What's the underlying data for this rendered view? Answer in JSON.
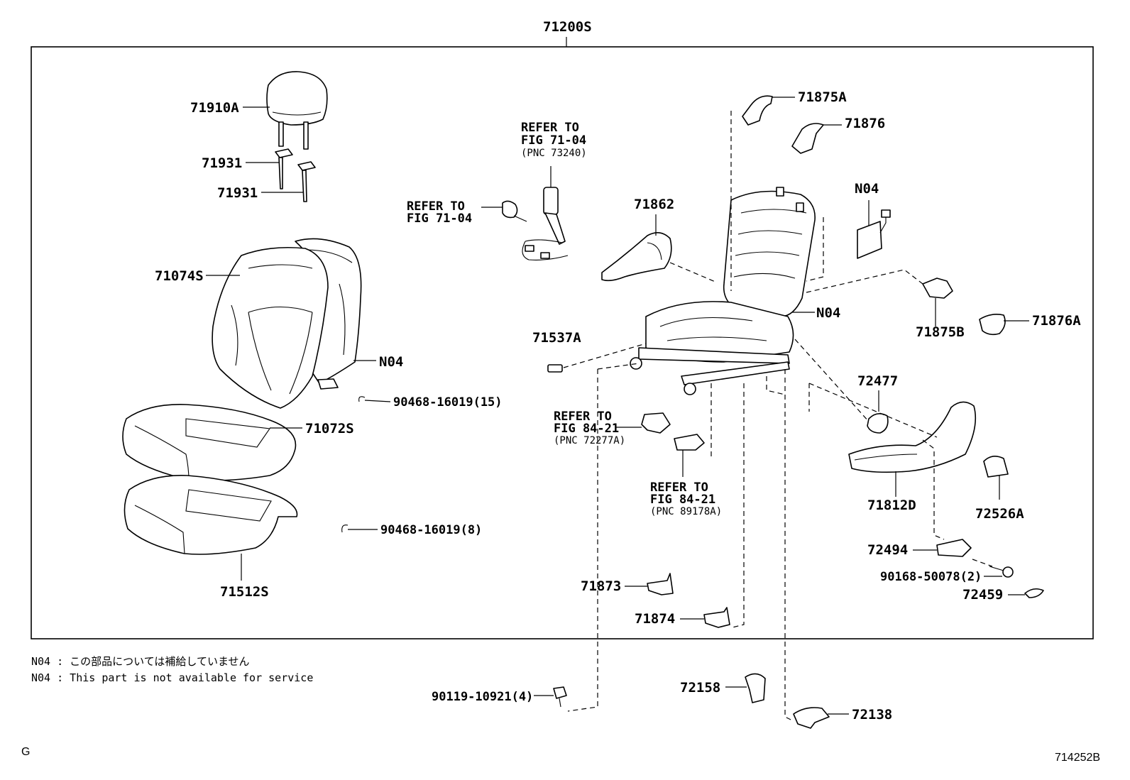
{
  "parts": {
    "assy": "71200S",
    "headrest": "71910A",
    "guide_1": "71931",
    "guide_2": "71931",
    "back_cover": "71074S",
    "back_pad": "N04",
    "clip_15": "90468-16019(15)",
    "cushion_cover": "71072S",
    "clip_8": "90468-16019(8)",
    "cushion_pad": "71512S",
    "bracket_71875a": "71875A",
    "bracket_71876": "71876",
    "sensor_n04": "N04",
    "shield_71862": "71862",
    "frame_n04": "N04",
    "cover_71875b": "71875B",
    "cover_71876a": "71876A",
    "cap_71537a": "71537A",
    "knob_72477": "72477",
    "shield_71812d": "71812D",
    "knob_72526a": "72526A",
    "lever_72494": "72494",
    "screw_90168": "90168-50078(2)",
    "cap_72459": "72459",
    "cover_71873": "71873",
    "cover_71874": "71874",
    "cover_72158": "72158",
    "cover_72138": "72138",
    "bolt_90119": "90119-10921(4)"
  },
  "refs": {
    "ref1": {
      "line1": "REFER TO",
      "line2": "FIG 71-04",
      "pnc": "(PNC 73240)"
    },
    "ref2": {
      "line1": "REFER TO",
      "line2": "FIG 71-04"
    },
    "ref3": {
      "line1": "REFER TO",
      "line2": "FIG 84-21",
      "pnc": "(PNC 72277A)"
    },
    "ref4": {
      "line1": "REFER TO",
      "line2": "FIG 84-21",
      "pnc": "(PNC 89178A)"
    }
  },
  "notes": {
    "jp": "N04 : この部品については補給していません",
    "en": "N04 : This part is not available for service"
  },
  "footer": {
    "left": "G",
    "right": "714252B"
  }
}
